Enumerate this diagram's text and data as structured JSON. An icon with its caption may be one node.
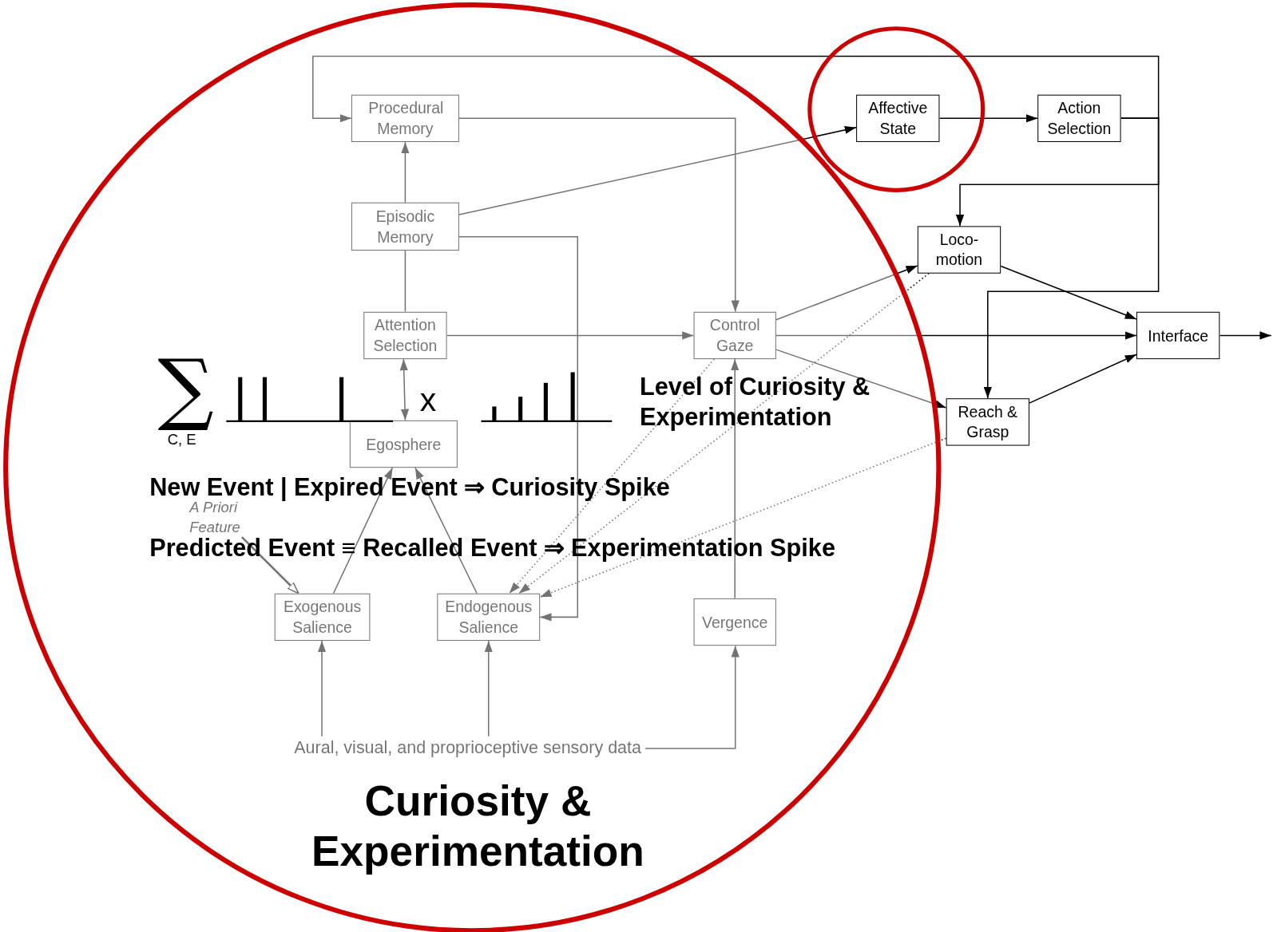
{
  "diagram": {
    "title": "Curiosity & Experimentation",
    "nodes": [
      {
        "text": [
          "Procedural Memory"
        ]
      },
      {
        "text": [
          "Episodic Memory"
        ]
      },
      {
        "text": [
          "Attention Selection"
        ]
      },
      {
        "text": [
          "Control Gaze"
        ]
      },
      {
        "text": [
          "Egosphere"
        ]
      },
      {
        "text": [
          "Exogenous Salience"
        ]
      },
      {
        "text": [
          "Endogenous Salience"
        ]
      },
      {
        "text": [
          "Vergence"
        ]
      },
      {
        "text": [
          "Affective State"
        ]
      },
      {
        "text": [
          "Action Selection"
        ]
      },
      {
        "text": [
          "Loco- motion"
        ]
      },
      {
        "text": [
          "Reach & Grasp"
        ]
      },
      {
        "text": [
          "Interface"
        ]
      },
      {
        "text": [
          "A Priori Feature"
        ]
      },
      {
        "text": [
          "Aural, visual, and proprioceptive sensory data"
        ]
      }
    ],
    "edges": [
      {
        "from": 8,
        "to": 9,
        "arrow": "to"
      },
      {
        "from": 9,
        "to": 0,
        "arrow": "to"
      },
      {
        "from": 9,
        "to": 10,
        "arrow": "to"
      },
      {
        "from": 9,
        "to": 11,
        "arrow": "to"
      },
      {
        "from": 0,
        "to": 3,
        "arrow": "to"
      },
      {
        "from": 1,
        "to": 0,
        "arrow": "to"
      },
      {
        "from": 2,
        "to": 1,
        "arrow": "none"
      },
      {
        "from": 1,
        "to": 8,
        "arrow": "to"
      },
      {
        "from": 1,
        "to": 6,
        "arrow": "to"
      },
      {
        "from": 2,
        "to": 3,
        "arrow": "to"
      },
      {
        "from": 2,
        "to": 4,
        "arrow": "both"
      },
      {
        "from": 5,
        "to": 4,
        "arrow": "to"
      },
      {
        "from": 6,
        "to": 4,
        "arrow": "to"
      },
      {
        "from": 7,
        "to": 3,
        "arrow": "to"
      },
      {
        "from": 3,
        "to": 10,
        "arrow": "to"
      },
      {
        "from": 3,
        "to": 12,
        "arrow": "to"
      },
      {
        "from": 3,
        "to": 11,
        "arrow": "to"
      },
      {
        "from": 10,
        "to": 12,
        "arrow": "to"
      },
      {
        "from": 11,
        "to": 12,
        "arrow": "to"
      },
      {
        "from": 12,
        "to": null,
        "arrow": "to"
      },
      {
        "from": 10,
        "to": 6,
        "arrow": "to",
        "style": "dashed"
      },
      {
        "from": 11,
        "to": 6,
        "arrow": "to",
        "style": "dashed"
      },
      {
        "from": 3,
        "to": 6,
        "arrow": "to",
        "style": "dashed"
      },
      {
        "from": 14,
        "to": 5,
        "arrow": "to"
      },
      {
        "from": 14,
        "to": 6,
        "arrow": "to"
      },
      {
        "from": 14,
        "to": 7,
        "arrow": "to"
      },
      {
        "from": 13,
        "to": 5,
        "arrow": "to"
      }
    ],
    "labels": [
      "∑",
      "C, E",
      "x",
      "Level of Curiosity & Experimentation",
      "New Event | Expired Event ⇒ Curiosity Spike",
      "Predicted Event ≡ Recalled Event ⇒ Experimentation Spike"
    ]
  }
}
